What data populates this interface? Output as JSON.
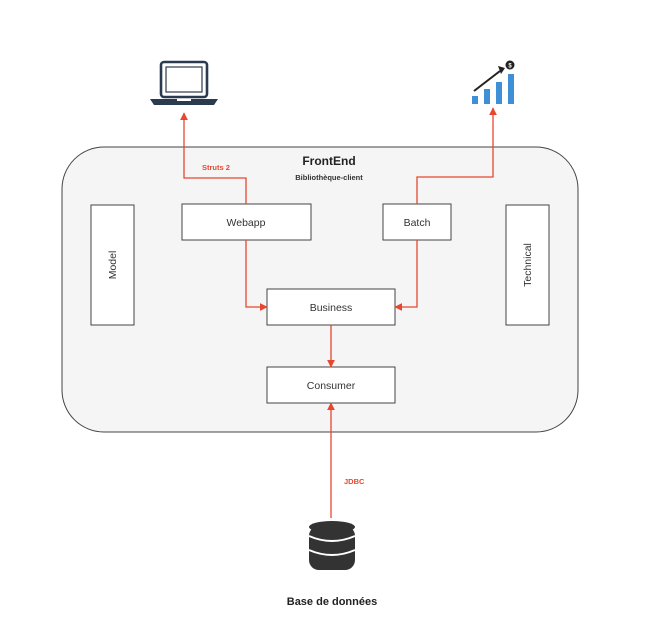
{
  "frontend": {
    "title": "FrontEnd",
    "subtitle": "Bibliothèque-client"
  },
  "components": {
    "webapp": "Webapp",
    "batch": "Batch",
    "business": "Business",
    "consumer": "Consumer",
    "model": "Model",
    "technical": "Technical"
  },
  "edges": {
    "struts": "Struts 2",
    "jdbc": "JDBC"
  },
  "database": {
    "label": "Base de données"
  },
  "icons": {
    "client": "laptop-icon",
    "reporting": "growth-chart-icon",
    "database": "database-icon"
  },
  "colors": {
    "arrow": "#e8472f",
    "laptop": "#2b3a4f",
    "chart_bars": "#3f8fd6",
    "database": "#333333",
    "container_fill": "#f5f5f5"
  }
}
